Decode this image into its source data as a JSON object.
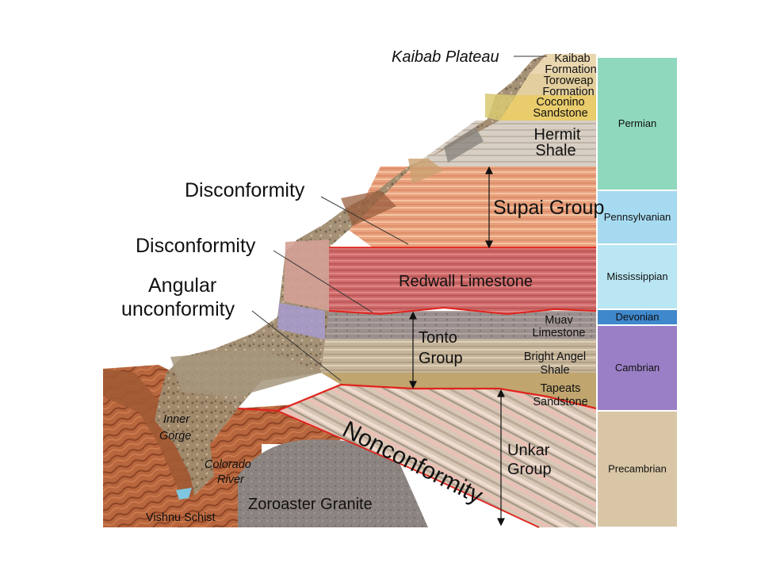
{
  "callouts": {
    "kaibab_plateau": "Kaibab Plateau",
    "disconformity_upper": "Disconformity",
    "disconformity_lower": "Disconformity",
    "angular_line1": "Angular",
    "angular_line2": "unconformity",
    "nonconformity": "Nonconformity"
  },
  "formations": {
    "kaibab_line1": "Kaibab",
    "kaibab_line2": "Formation",
    "toroweap_line1": "Toroweap",
    "toroweap_line2": "Formation",
    "coconino_line1": "Coconino",
    "coconino_line2": "Sandstone",
    "hermit_line1": "Hermit",
    "hermit_line2": "Shale",
    "supai": "Supai Group",
    "redwall": "Redwall Limestone",
    "muav_line1": "Muav",
    "muav_line2": "Limestone",
    "tonto_line1": "Tonto",
    "tonto_line2": "Group",
    "bright_angel_line1": "Bright Angel",
    "bright_angel_line2": "Shale",
    "tapeats_line1": "Tapeats",
    "tapeats_line2": "Sandstone",
    "unkar_line1": "Unkar",
    "unkar_line2": "Group",
    "inner_gorge_line1": "Inner",
    "inner_gorge_line2": "Gorge",
    "colorado_line1": "Colorado",
    "colorado_line2": "River",
    "zoroaster": "Zoroaster Granite",
    "vishnu": "Vishnu Schist"
  },
  "periods": [
    {
      "name": "Permian",
      "color": "#8fd8bd"
    },
    {
      "name": "Pennsylvanian",
      "color": "#a6daf0"
    },
    {
      "name": "Mississippian",
      "color": "#b9e6f2"
    },
    {
      "name": "Devonian",
      "color": "#3f88cc"
    },
    {
      "name": "Cambrian",
      "color": "#9a7fc6"
    },
    {
      "name": "Precambrian",
      "color": "#d8c6a6"
    }
  ]
}
